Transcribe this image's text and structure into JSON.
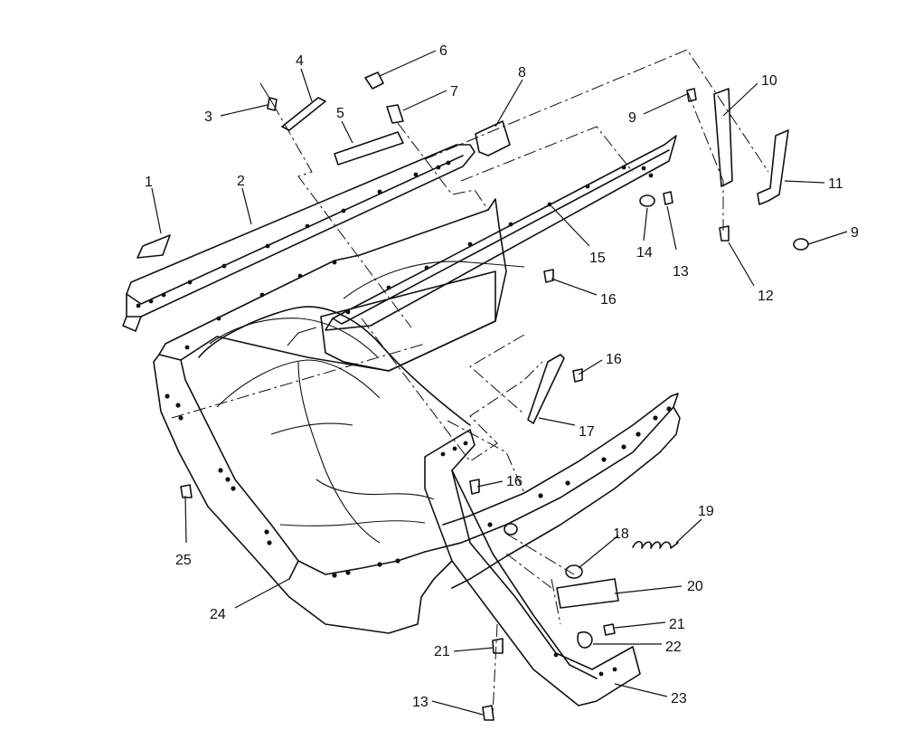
{
  "callouts": [
    "1",
    "2",
    "3",
    "4",
    "5",
    "6",
    "7",
    "8",
    "9",
    "10",
    "11",
    "9",
    "12",
    "13",
    "14",
    "15",
    "16",
    "16",
    "17",
    "16",
    "18",
    "19",
    "20",
    "21",
    "21",
    "22",
    "13",
    "23",
    "24",
    "25"
  ]
}
